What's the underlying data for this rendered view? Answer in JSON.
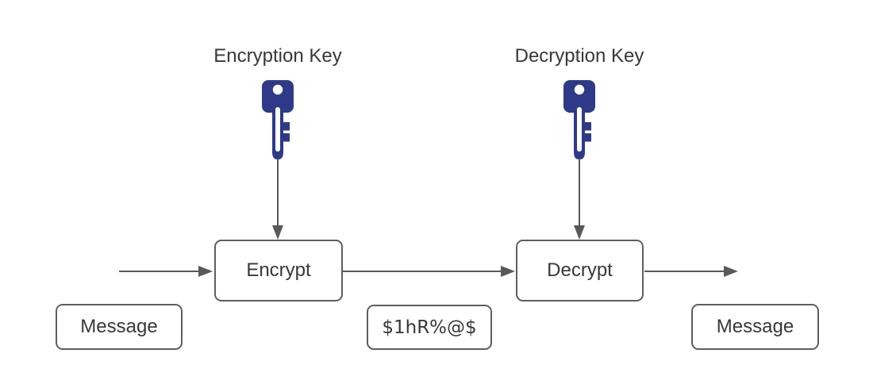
{
  "labels": {
    "encryption_key": "Encryption Key",
    "decryption_key": "Decryption Key"
  },
  "nodes": {
    "encrypt": {
      "label": "Encrypt"
    },
    "decrypt": {
      "label": "Decrypt"
    },
    "message_in": {
      "label": "Message"
    },
    "ciphertext": {
      "label": "$1hR%@$"
    },
    "message_out": {
      "label": "Message"
    }
  },
  "icons": {
    "encryption_key_icon": "key-icon",
    "decryption_key_icon": "key-icon"
  },
  "colors": {
    "key_fill": "#2e3a87",
    "arrow_stroke": "#595959",
    "box_border": "#5f5f5f",
    "text": "#383838",
    "background": "#ffffff"
  }
}
